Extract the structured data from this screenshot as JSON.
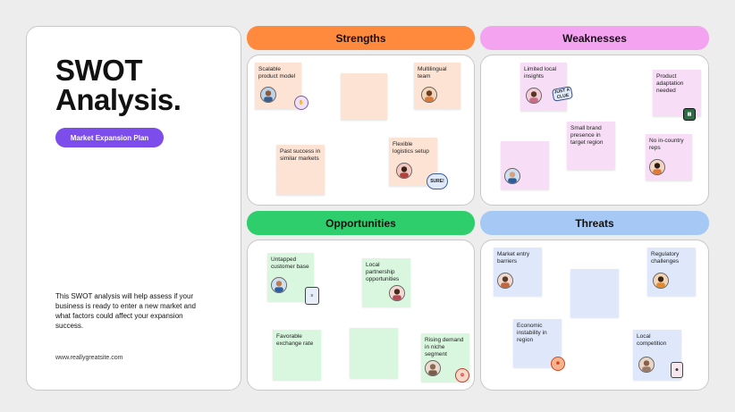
{
  "left": {
    "title_line1": "SWOT",
    "title_line2": "Analysis.",
    "plan_label": "Market Expansion Plan",
    "description": "This SWOT analysis will help assess if your business is ready to enter a new market and what factors could affect your expansion success.",
    "website": "www.reallygreatsite.com"
  },
  "colors": {
    "strengths": "#ff8a3d",
    "weaknesses": "#f4a3f1",
    "opportunities": "#2fce6c",
    "threats": "#a6c8f5",
    "pill": "#7c4dea"
  },
  "strengths": {
    "header": "Strengths",
    "notes": [
      "Scalable product model",
      "Multilingual team",
      "Past success in similar markets",
      "Flexible logistics setup"
    ],
    "sticker": "SURE!"
  },
  "weaknesses": {
    "header": "Weaknesses",
    "notes": [
      "Limited local insights",
      "Product adaptation needed",
      "Small brand presence in target region",
      "No in-country reps"
    ],
    "sticker": "JUST A CLUE"
  },
  "opportunities": {
    "header": "Opportunities",
    "notes": [
      "Untapped customer base",
      "Local partnership opportunities",
      "Favorable exchange rate",
      "Rising demand in niche segment"
    ]
  },
  "threats": {
    "header": "Threats",
    "notes": [
      "Market entry barriers",
      "Regulatory challenges",
      "Economic instability in region",
      "Local competition"
    ]
  }
}
